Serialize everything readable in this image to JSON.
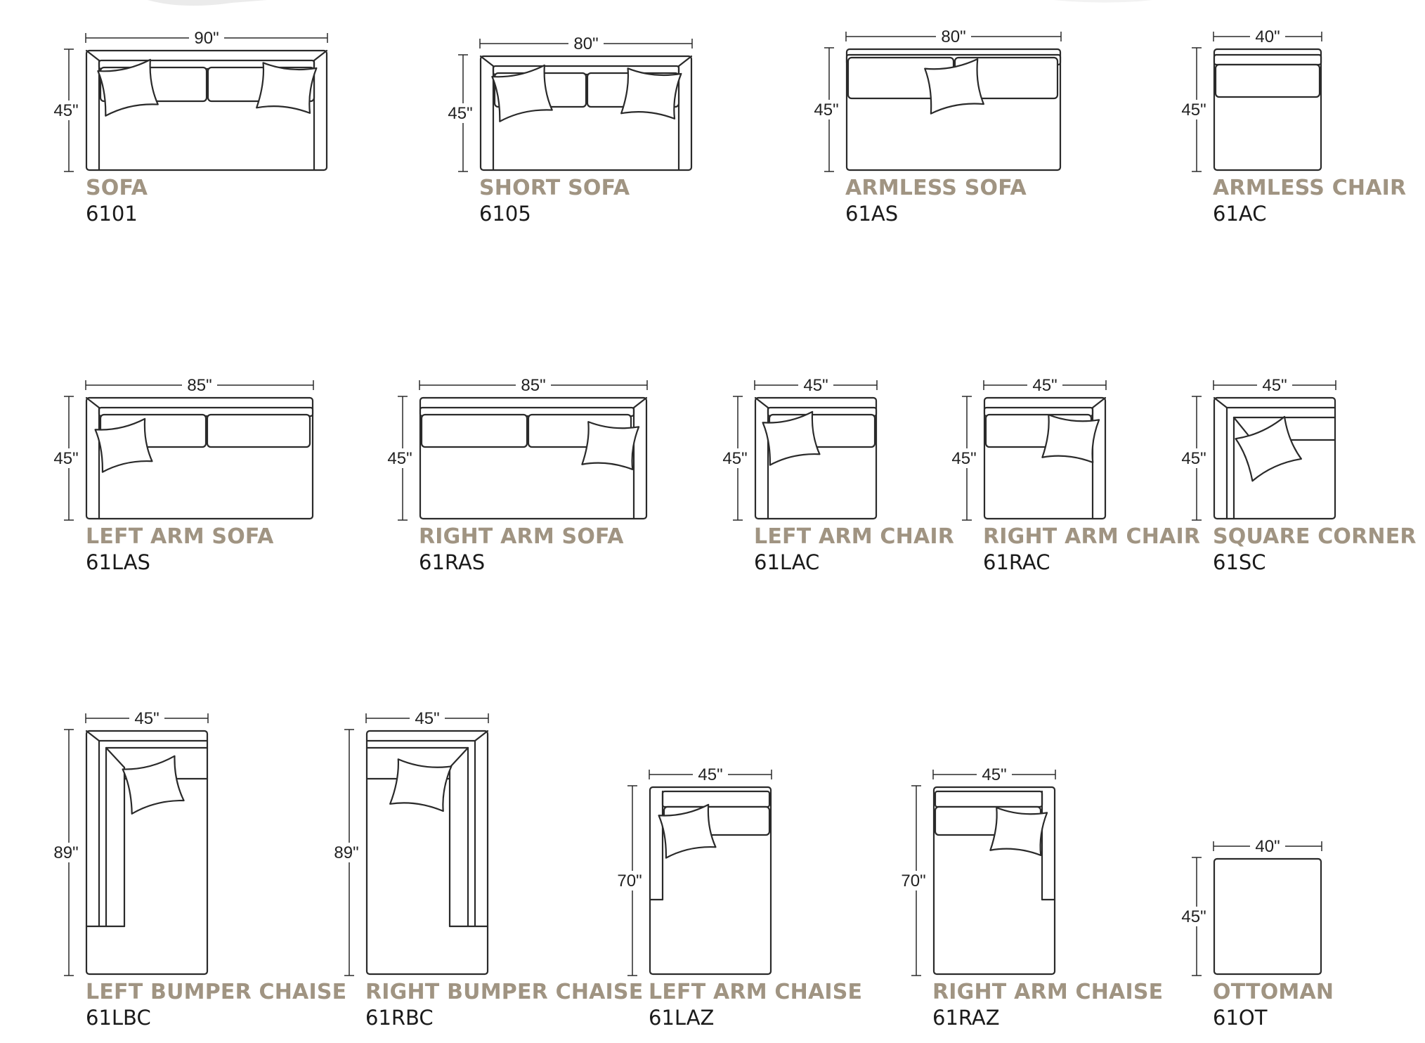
{
  "pieces": [
    {
      "name": "SOFA",
      "code": "6101",
      "width": "90\"",
      "depth": "45\"",
      "kind": "sofa"
    },
    {
      "name": "SHORT SOFA",
      "code": "6105",
      "width": "80\"",
      "depth": "45\"",
      "kind": "short-sofa"
    },
    {
      "name": "ARMLESS SOFA",
      "code": "61AS",
      "width": "80\"",
      "depth": "45\"",
      "kind": "armless-sofa"
    },
    {
      "name": "ARMLESS CHAIR",
      "code": "61AC",
      "width": "40\"",
      "depth": "45\"",
      "kind": "armless-chair"
    },
    {
      "name": "LEFT ARM SOFA",
      "code": "61LAS",
      "width": "85\"",
      "depth": "45\"",
      "kind": "left-arm-sofa"
    },
    {
      "name": "RIGHT ARM SOFA",
      "code": "61RAS",
      "width": "85\"",
      "depth": "45\"",
      "kind": "right-arm-sofa"
    },
    {
      "name": "LEFT ARM CHAIR",
      "code": "61LAC",
      "width": "45\"",
      "depth": "45\"",
      "kind": "left-arm-chair"
    },
    {
      "name": "RIGHT ARM CHAIR",
      "code": "61RAC",
      "width": "45\"",
      "depth": "45\"",
      "kind": "right-arm-chair"
    },
    {
      "name": "SQUARE CORNER",
      "code": "61SC",
      "width": "45\"",
      "depth": "45\"",
      "kind": "square-corner"
    },
    {
      "name": "LEFT BUMPER CHAISE",
      "code": "61LBC",
      "width": "45\"",
      "depth": "89\"",
      "kind": "left-bumper-chaise"
    },
    {
      "name": "RIGHT BUMPER CHAISE",
      "code": "61RBC",
      "width": "45\"",
      "depth": "89\"",
      "kind": "right-bumper-chaise"
    },
    {
      "name": "LEFT ARM CHAISE",
      "code": "61LAZ",
      "width": "45\"",
      "depth": "70\"",
      "kind": "left-arm-chaise"
    },
    {
      "name": "RIGHT ARM CHAISE",
      "code": "61RAZ",
      "width": "45\"",
      "depth": "70\"",
      "kind": "right-arm-chaise"
    },
    {
      "name": "OTTOMAN",
      "code": "61OT",
      "width": "40\"",
      "depth": "45\"",
      "kind": "ottoman"
    }
  ]
}
